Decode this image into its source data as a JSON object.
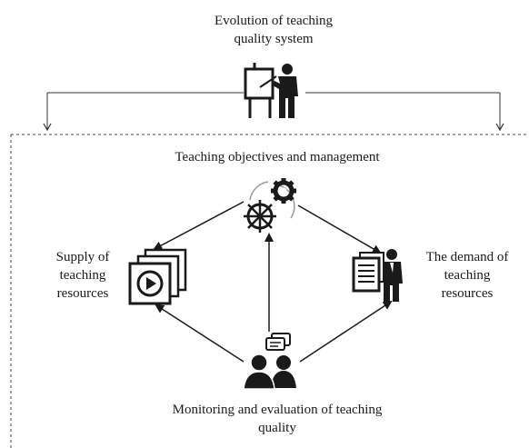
{
  "diagram": {
    "top_title": "Evolution of teaching\nquality system",
    "center_title": "Teaching objectives and management",
    "left_label": "Supply of\nteaching\nresources",
    "right_label": "The demand of\nteaching\nresources",
    "bottom_label": "Monitoring and evaluation of teaching\nquality"
  },
  "icons": {
    "presenter": "teacher-at-board-icon",
    "gears": "gear-and-wheel-icon",
    "media": "video-stack-icon",
    "demand": "document-businessman-icon",
    "group": "people-chat-icon"
  },
  "colors": {
    "ink": "#1a1a1a",
    "line": "#333333"
  }
}
